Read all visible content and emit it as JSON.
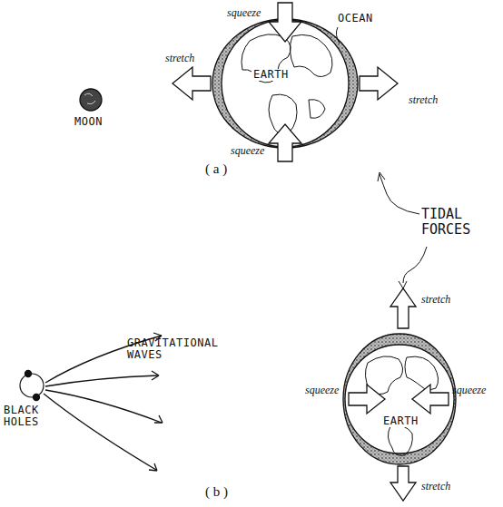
{
  "diagram": {
    "labels": [
      "squeeze",
      "OCEAN",
      "MOON",
      "stretch",
      "EARTH",
      "stretch",
      "squeeze",
      "( a )",
      "TIDAL FORCES",
      "GRAVITATIONAL WAVES",
      "stretch",
      "BLACK HOLES",
      "squeeze",
      "EARTH",
      "squeeze",
      "stretch",
      "( b )"
    ]
  }
}
